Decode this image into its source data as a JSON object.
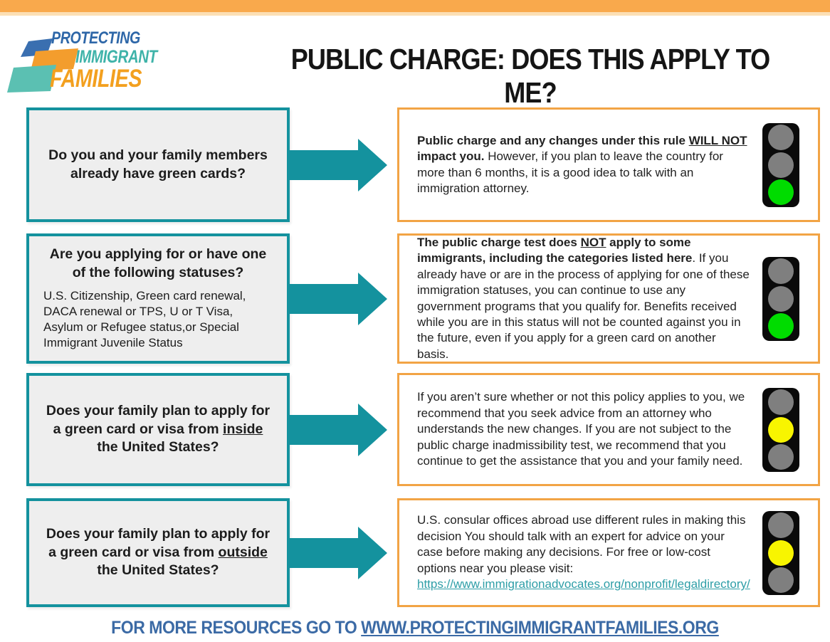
{
  "page": {
    "title": "PUBLIC CHARGE: DOES THIS APPLY TO ME?"
  },
  "logo": {
    "line1": "PROTECTING",
    "line2": "IMMIGRANT",
    "line3": "FAMILIES",
    "shapes": [
      "blue-trapezoid",
      "orange-trapezoid",
      "teal-trapezoid"
    ]
  },
  "colors": {
    "teal": "#14929e",
    "orange_border": "#f2a445",
    "topbar_orange": "#f9a94c",
    "footer_blue": "#3b6aa5",
    "link_teal": "#2e9ea7",
    "logo_blue": "#2e67a8",
    "logo_teal": "#3fb3a9",
    "logo_orange": "#f3a01f",
    "lamp": {
      "gray": "#7f7f7f",
      "green": "#00dc00",
      "yellow": "#f8f500"
    }
  },
  "rows": [
    {
      "question": [
        {
          "t": "Do you and your family members already have green cards?",
          "b": true
        }
      ],
      "question_sub": [],
      "answer": [
        {
          "t": "Public charge and any changes under this rule ",
          "b": true
        },
        {
          "t": "WILL NOT",
          "b": true,
          "u": true
        },
        {
          "t": " impact you.",
          "b": true
        },
        {
          "t": " However, if you plan to leave the country for more than 6 months, it is a good idea to talk with an immigration attorney."
        }
      ],
      "light": [
        "gray",
        "gray",
        "green"
      ]
    },
    {
      "question": [
        {
          "t": "Are you applying for or have one of the following statuses?",
          "b": true
        }
      ],
      "question_sub": [
        {
          "t": "U.S. Citizenship, Green card renewal, DACA renewal or TPS, U or T Visa, Asylum or Refugee status,or Special Immigrant Juvenile Status"
        }
      ],
      "answer": [
        {
          "t": "The public charge test does ",
          "b": true
        },
        {
          "t": "NOT",
          "b": true,
          "u": true
        },
        {
          "t": " apply to some immigrants, including the categories listed here",
          "b": true
        },
        {
          "t": ". If you already have or are in the process of applying for one of these immigration statuses, you can continue to use any government programs that you qualify for.  Benefits received while you are in this status will not be counted against you in the future, even if you apply for a green card on another basis."
        }
      ],
      "light": [
        "gray",
        "gray",
        "green"
      ]
    },
    {
      "question": [
        {
          "t": "Does your family plan to apply for a green card or visa from ",
          "b": true
        },
        {
          "t": "inside",
          "b": true,
          "u": true
        },
        {
          "t": " the United States?",
          "b": true
        }
      ],
      "question_sub": [],
      "answer": [
        {
          "t": " If you aren’t sure whether or not this policy applies to you, we recommend that you seek advice from an attorney who understands the new changes. If you are not subject to the public charge inadmissibility test, we recommend that you continue to get the assistance that you and your family need."
        }
      ],
      "light": [
        "gray",
        "yellow",
        "gray"
      ]
    },
    {
      "question": [
        {
          "t": "Does your family plan to apply for a green card or visa from ",
          "b": true
        },
        {
          "t": "outside",
          "b": true,
          "u": true
        },
        {
          "t": " the United States?",
          "b": true
        }
      ],
      "question_sub": [],
      "answer": [
        {
          "t": "U.S. consular offices abroad use different rules in making this decision You should talk with an expert for advice on your case before making any decisions. For free or low-cost options near you please visit:"
        },
        {
          "t": "https://www.immigrationadvocates.org/nonprofit/legaldirectory/",
          "link": true,
          "br": true
        }
      ],
      "light": [
        "gray",
        "yellow",
        "gray"
      ]
    }
  ],
  "footer": {
    "prefix": "FOR MORE RESOURCES GO TO ",
    "link": "WWW.PROTECTINGIMMIGRANTFAMILIES.ORG"
  }
}
